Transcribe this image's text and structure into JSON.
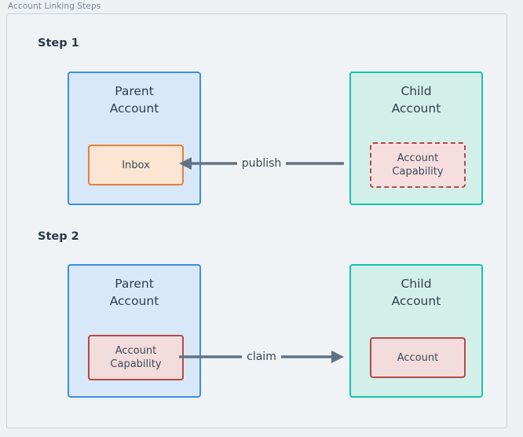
{
  "diagram": {
    "title": "Account Linking Steps",
    "accent_colors": {
      "parent_fill": "#d9e8f9",
      "parent_border": "#3c8ee0",
      "child_fill": "#d2f0e9",
      "child_border": "#17c3ac",
      "inbox_fill": "#fce5d2",
      "inbox_border": "#e4813c",
      "capability_fill": "#f6dedf",
      "capability_border": "#b34a4c",
      "arrow": "#5f7384",
      "frame_border": "#c8d2dc",
      "canvas": "#f0f3f6"
    },
    "steps": [
      {
        "label": "Step 1",
        "parent": {
          "title": "Parent\nAccount",
          "chip": {
            "label": "Inbox",
            "style": "solid-orange"
          }
        },
        "child": {
          "title": "Child\nAccount",
          "chip": {
            "label": "Account\nCapability",
            "style": "dashed-red"
          }
        },
        "connector": {
          "label": "publish",
          "direction": "right-to-left"
        }
      },
      {
        "label": "Step 2",
        "parent": {
          "title": "Parent\nAccount",
          "chip": {
            "label": "Account\nCapability",
            "style": "solid-red"
          }
        },
        "child": {
          "title": "Child\nAccount",
          "chip": {
            "label": "Account",
            "style": "solid-red"
          }
        },
        "connector": {
          "label": "claim",
          "direction": "left-to-right"
        }
      }
    ]
  }
}
